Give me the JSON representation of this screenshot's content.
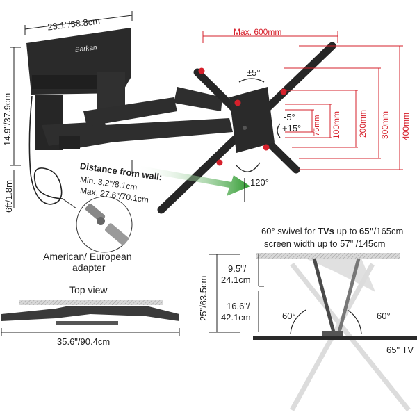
{
  "brand": "Barkan",
  "top_width": "23.1\"/58.8cm",
  "left_height": "14.9\"/37.9cm",
  "cable_length": "6ft/1.8m",
  "max_width": "Max. 600mm",
  "tilt_angle": "±5°",
  "swivel_minus": "-5°",
  "swivel_plus": "+15°",
  "vesa": [
    "75mm",
    "100mm",
    "200mm",
    "300mm",
    "400mm"
  ],
  "rotation": "120°",
  "distance": {
    "title": "Distance from wall:",
    "min": "Min. 3.2\"/8.1cm",
    "max": "Max. 27.6\"/70.1cm"
  },
  "adapter_label": [
    "American/ European",
    "adapter"
  ],
  "top_view": {
    "title": "Top view",
    "width": "35.6\"/90.4cm"
  },
  "swivel_note": {
    "line1_prefix": "60° swivel for ",
    "line1_bold": "TVs",
    "line1_suffix": " up to ",
    "line1_bold2": "65\"",
    "line1_end": "/165cm",
    "line2": "screen width up to 57\" /145cm"
  },
  "side": {
    "upper": [
      "9.5\"/",
      "24.1cm"
    ],
    "lower": [
      "16.6\"/",
      "42.1cm"
    ],
    "total": "25\"/63.5cm",
    "left_angle": "60°",
    "right_angle": "60°",
    "tv_label": "65\" TV"
  },
  "colors": {
    "accent": "#d6202b",
    "green": "#2e9a2e",
    "mount": "#2b2b2b"
  }
}
